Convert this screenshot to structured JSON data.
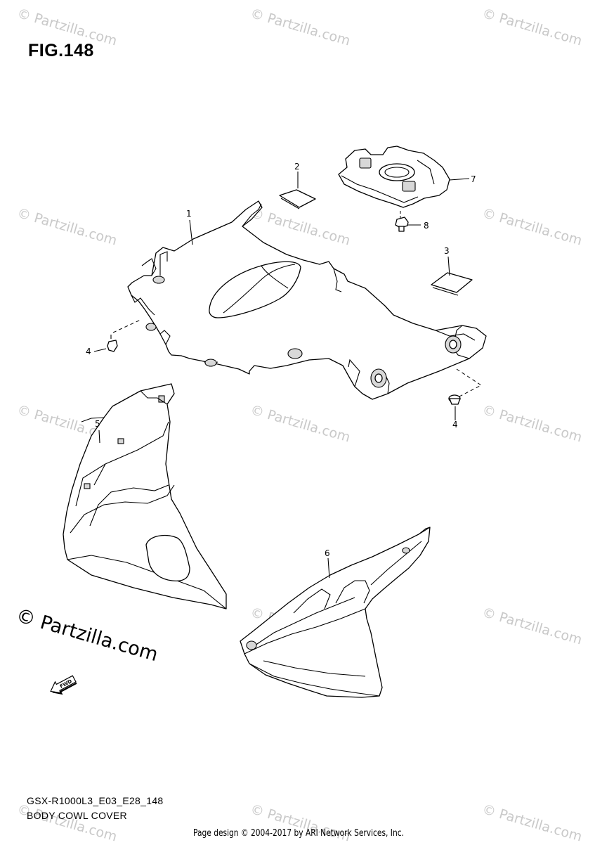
{
  "figure": {
    "title": "FIG.148",
    "model_code": "GSX-R1000L3_E03_E28_148",
    "name": "BODY COWL COVER"
  },
  "watermark": {
    "text": "© Partzilla.com",
    "large_text": "© Partzilla.com"
  },
  "callouts": {
    "c1": "1",
    "c2": "2",
    "c3": "3",
    "c4a": "4",
    "c4b": "4",
    "c5": "5",
    "c6": "6",
    "c7": "7",
    "c8": "8"
  },
  "fwd_label": "FWD",
  "footer": {
    "credit": "Page design © 2004-2017 by ARI Network Services, Inc."
  },
  "colors": {
    "line": "#000000",
    "watermark": "#c9c9c9",
    "background": "#ffffff"
  }
}
